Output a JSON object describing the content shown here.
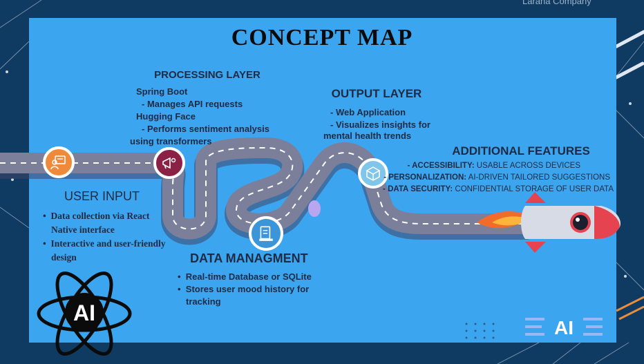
{
  "header": {
    "partial_text": "Larana Company"
  },
  "title": "CONCEPT MAP",
  "sections": {
    "processing": {
      "heading": "PROCESSING LAYER",
      "lines": [
        "Spring Boot",
        "- Manages API requests",
        "Hugging Face",
        "- Performs sentiment analysis",
        "using transformers"
      ]
    },
    "output": {
      "heading": "OUTPUT LAYER",
      "lines": [
        "- Web Application",
        "- Visualizes insights for",
        "mental health trends"
      ]
    },
    "additional": {
      "heading": "ADDITIONAL FEATURES",
      "items": [
        {
          "label": "- ACCESSIBILITY:",
          "text": " USABLE ACROSS DEVICES"
        },
        {
          "label": "- PERSONALIZATION:",
          "text": " AI-DRIVEN TAILORED SUGGESTIONS"
        },
        {
          "label": "- DATA SECURITY:",
          "text": " CONFIDENTIAL STORAGE OF USER DATA"
        }
      ]
    },
    "user_input": {
      "heading": "USER INPUT",
      "bullets": [
        "Data collection via React",
        "Native interface",
        "Interactive and user-friendly",
        "design"
      ]
    },
    "data_management": {
      "heading": "DATA MANAGMENT",
      "bullets": [
        "Real-time Database or SQLite",
        "Stores user mood history for",
        "tracking"
      ]
    }
  },
  "logos": {
    "ai_atom": "AI",
    "ai_tag": "AI"
  },
  "icons": [
    "user-input-icon",
    "megaphone-icon",
    "database-icon",
    "box-icon",
    "rocket-icon"
  ],
  "colors": {
    "panel": "#3ba6ef",
    "road": "#7c7f9a",
    "heading": "#1f2a44",
    "rocket": "#e5434f"
  }
}
